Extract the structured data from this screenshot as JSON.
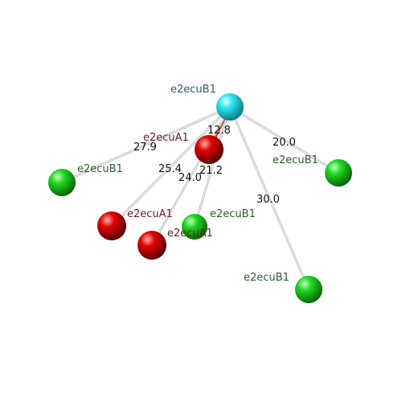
{
  "colors": {
    "background": "#ffffff",
    "center_sphere": "#22d6e0",
    "red_sphere": "#e00000",
    "green_sphere": "#1fd21f",
    "bond": "#c8c8c8",
    "highlight_bond": "#cc1a1a",
    "label_cyan": "#2f5f6f",
    "label_red": "#6b1f1f",
    "label_green": "#2a5e2a",
    "distance_text": "#111111"
  },
  "center": {
    "label": "e2ecuB1",
    "icon": "cyan-sphere"
  },
  "neighbors": [
    {
      "label": "e2ecuA1",
      "distance": "12.8",
      "kind": "red",
      "icon": "red-sphere"
    },
    {
      "label": "e2ecuB1",
      "distance": "27.9",
      "kind": "green",
      "icon": "green-sphere"
    },
    {
      "label": "e2ecuB1",
      "distance": "20.0",
      "kind": "green",
      "icon": "green-sphere"
    },
    {
      "label": "e2ecuA1",
      "distance": "25.4",
      "kind": "red",
      "icon": "red-sphere"
    },
    {
      "label": "e2ecuA1",
      "distance": "24.0",
      "kind": "red",
      "icon": "red-sphere"
    },
    {
      "label": "e2ecuB1",
      "distance": "21.2",
      "kind": "green",
      "icon": "green-sphere"
    },
    {
      "label": "e2ecuB1",
      "distance": "30.0",
      "kind": "green",
      "icon": "green-sphere"
    }
  ]
}
